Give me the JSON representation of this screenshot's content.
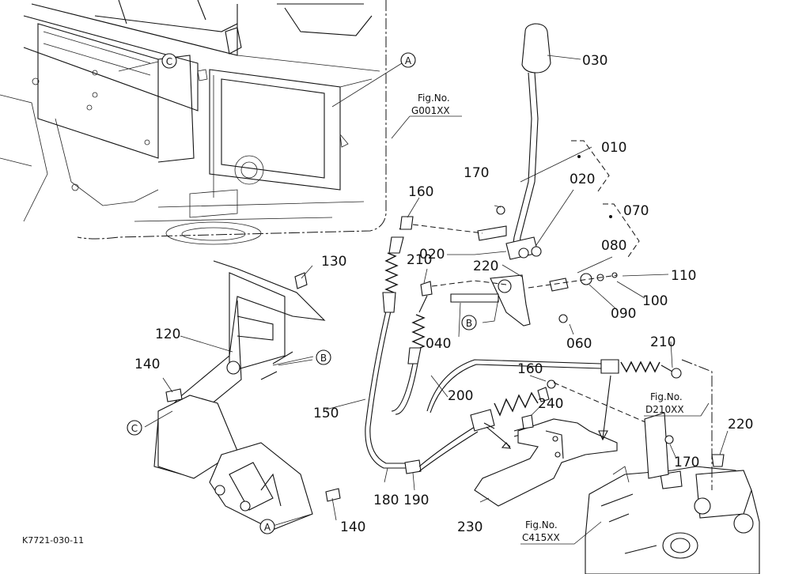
{
  "diagram": {
    "figure_code": "K7721-030-11",
    "part_labels": {
      "p030": "030",
      "p010": "010",
      "p020a": "020",
      "p020b": "020",
      "p070": "070",
      "p080": "080",
      "p110": "110",
      "p100": "100",
      "p090": "090",
      "p060": "060",
      "p040": "040",
      "p170a": "170",
      "p170b": "170",
      "p160a": "160",
      "p160b": "160",
      "p210a": "210",
      "p210b": "210",
      "p220a": "220",
      "p220b": "220",
      "p130": "130",
      "p120": "120",
      "p140a": "140",
      "p140b": "140",
      "p150": "150",
      "p200": "200",
      "p240": "240",
      "p180": "180",
      "p190": "190",
      "p230": "230"
    },
    "callouts": {
      "a1": "A",
      "a2": "A",
      "b1": "B",
      "b2": "B",
      "c1": "C",
      "c2": "C"
    },
    "fig_refs": {
      "g_title": "Fig.No.",
      "g_code": "G001XX",
      "d_title": "Fig.No.",
      "d_code": "D210XX",
      "c_title": "Fig.No.",
      "c_code": "C415XX"
    }
  }
}
